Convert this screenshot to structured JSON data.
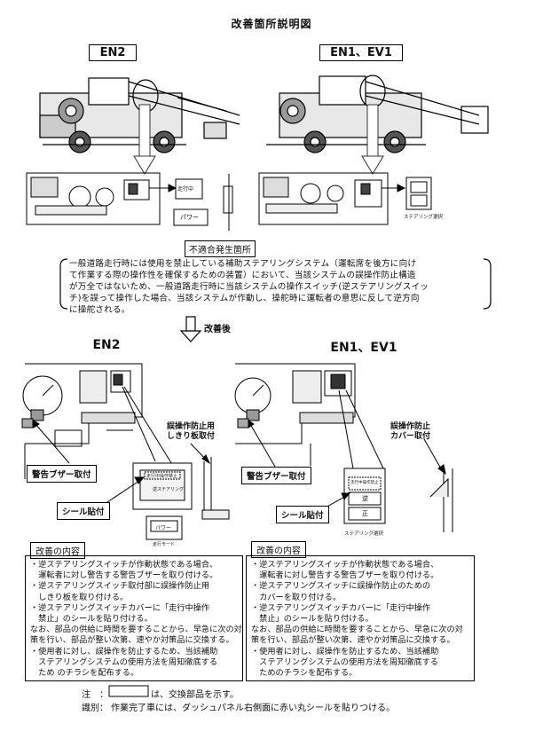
{
  "title": "改善箇所説明図",
  "top": {
    "left_model": "EN2",
    "right_model": "EN1、EV1",
    "sticker_left": "走行中",
    "switch_left": "パワー",
    "switch_right_label": "ステアリング選択"
  },
  "issue": {
    "label": "不適合発生箇所",
    "lines": [
      "一般道路走行時には使用を禁止している補助ステアリングシステム（運転席を後方に向け",
      "て作業する際の操作性を確保するための装置）において、当該システムの誤操作防止構造",
      "が万全ではないため、一般道路走行時に当該システムの操作スイッチ(逆ステアリングスイッ",
      "チ)を誤って操作した場合、当該システムが作動し、操舵時に運転者の意思に反して逆方向",
      "に操舵される。"
    ]
  },
  "after_label": "改善後",
  "bottom": {
    "left_model": "EN2",
    "right_model": "EN1、EV1",
    "left_plate_callout": "誤操作防止用\nしきり板取付",
    "right_cover_callout": "誤操作防止\nカバー取付",
    "buzzer_left": "警告ブザー取付",
    "buzzer_right": "警告ブザー取付",
    "seal_left": "シール貼付",
    "seal_right": "シール貼付",
    "seal_text": "走行中操作禁止",
    "left_switch_text": "逆ステアリング",
    "left_power_text": "パワー",
    "left_power_sub": "走行モード",
    "right_panel_label": "ステアリング選択",
    "right_reverse": "逆",
    "right_forward": "正"
  },
  "improvements": {
    "label_left": "改善の内容",
    "label_right": "改善の内容",
    "left_lines": [
      "・逆ステアリングスイッチが作動状態である場合、",
      "　運転者に対し警告する警告ブザーを取り付ける。",
      "・逆ステアリングスイッチ取付部に誤操作防止用",
      "　しきり板を取り付ける。",
      "・逆ステアリングスイッチカバーに「走行中操作",
      "　禁止」のシールを貼り付ける。",
      "なお、部品の供給に時間を要することから、早急に次の対",
      "策を行い、部品が整い次第、速やか対策品に交換する。",
      "・使用者に対し、誤操作を防止するため、当該補助",
      "　ステアリングシステムの使用方法を周知徹底する",
      "　ため のチラシを配布する。"
    ],
    "right_lines": [
      "・逆ステアリングスイッチが作動状態である場合、",
      "　運転者に対し警告する警告ブザーを取り付ける。",
      "・逆ステアリングスイッチに誤操作防止のための",
      "　カバーを取り付ける。",
      "・逆ステアリングスイッチカバーに「走行中操作",
      "　禁止」のシールを貼り付ける。",
      "なお、部品の供給に時間を要することから、早急に次の対",
      "策を行い、部品が整い次第、速やか対策品に交換する。",
      "・使用者に対し、誤操作を防止するため、当該補助",
      "　ステアリングシステムの使用方法を周知徹底する",
      "　ためのチラシを配布する。"
    ]
  },
  "notes": {
    "note_label": "注　：",
    "note_text": "は、交換部品を示す。",
    "ident_label": "識別：",
    "ident_text": "作業完了車には、ダッシュパネル右側面に赤い丸シールを貼りつける。"
  }
}
